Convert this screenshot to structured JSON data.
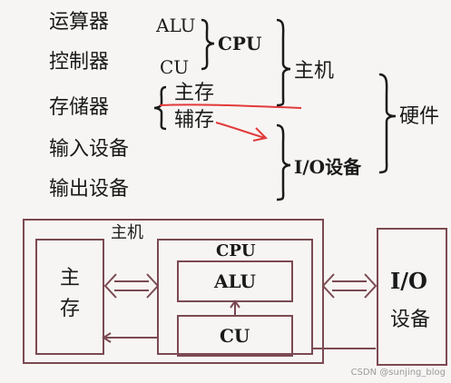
{
  "top": {
    "items": {
      "yunsuanqi": "运算器",
      "kongzhiqi": "控制器",
      "cunchuqi": "存储器",
      "shuru": "输入设备",
      "shuchu": "输出设备"
    },
    "abbr": {
      "alu": "ALU",
      "cu": "CU"
    },
    "storage": {
      "main": "主存",
      "aux": "辅存"
    },
    "groups": {
      "cpu": "CPU",
      "host": "主机",
      "io": "I/O设备",
      "hardware": "硬件"
    }
  },
  "diagram": {
    "host_label": "主机",
    "main_memory": {
      "line1": "主",
      "line2": "存"
    },
    "cpu_label": "CPU",
    "alu": "ALU",
    "cu": "CU",
    "io": {
      "line1": "I/O",
      "line2": "设备"
    }
  },
  "watermark": "CSDN @sunjing_blog",
  "colors": {
    "box_stroke": "#7b4a52",
    "annotation_red": "#e23a3a",
    "text": "#1a1a1a"
  }
}
